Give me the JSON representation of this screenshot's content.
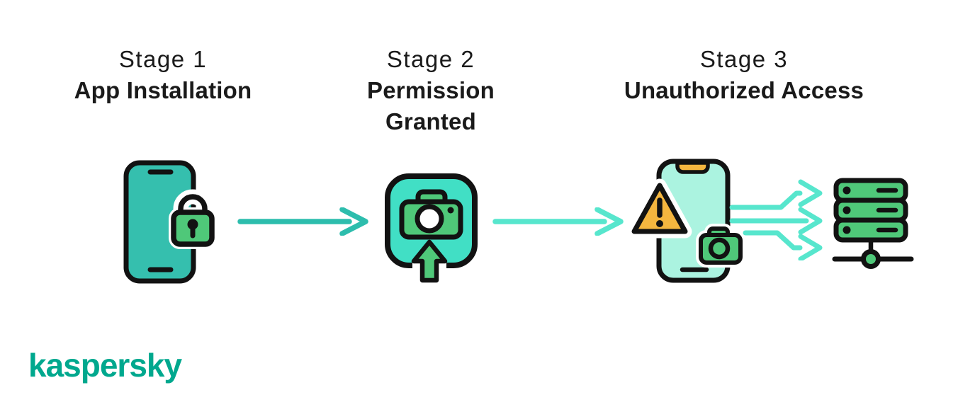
{
  "diagram": {
    "stages": [
      {
        "label": "Stage 1",
        "title": "App Installation",
        "icon": "phone-lock-icon"
      },
      {
        "label": "Stage 2",
        "title": "Permission Granted",
        "icon": "camera-upload-icon"
      },
      {
        "label": "Stage 3",
        "title": "Unauthorized Access",
        "icon": "phone-warning-camera-icon"
      }
    ],
    "endpoint_icon": "server-icon",
    "connectors": [
      {
        "name": "arrow-stage1-to-stage2",
        "color": "#2DBDAD"
      },
      {
        "name": "arrow-stage2-to-stage3",
        "color": "#57E6CD"
      },
      {
        "name": "data-stream-arrows-to-server",
        "color": "#57E6CD",
        "count": 3
      }
    ]
  },
  "brand": {
    "wordmark": "kaspersky",
    "color": "#00A88E"
  },
  "colors": {
    "outline": "#121212",
    "phone_teal": "#35BFAE",
    "square_mint": "#41DFC5",
    "phone_pale_mint": "#ABF3E0",
    "accent_green": "#4FC879",
    "warning_yellow": "#F4B63F",
    "arrow_dark_teal": "#2DBDAD",
    "arrow_light_mint": "#57E6CD",
    "text": "#1A1A1A",
    "background": "#FFFFFF"
  }
}
